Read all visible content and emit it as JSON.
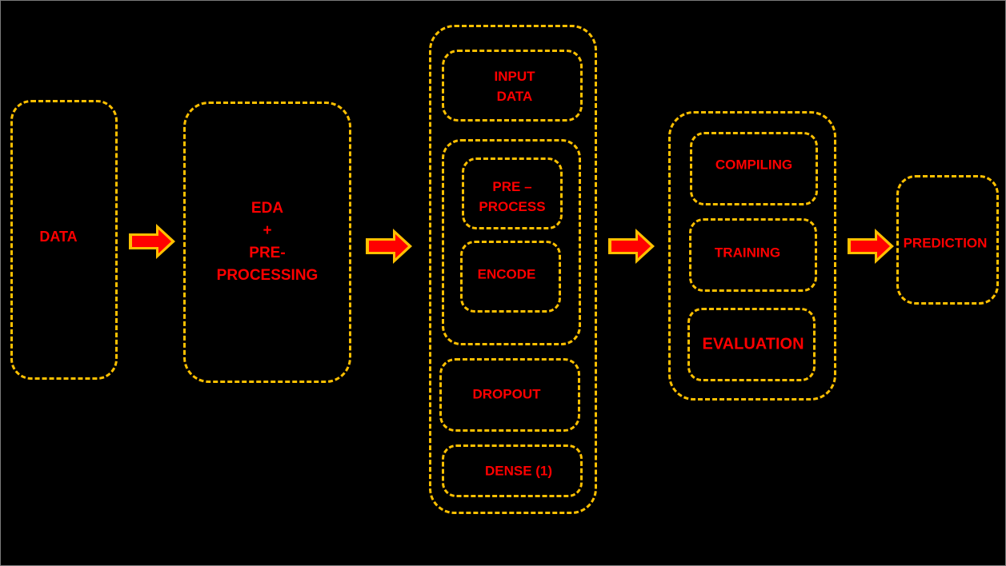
{
  "diagram": {
    "stage_data": {
      "label": "DATA"
    },
    "stage_eda": {
      "lines": [
        "EDA",
        "+",
        "PRE-",
        "PROCESSING"
      ]
    },
    "stage_model": {
      "input": {
        "lines": [
          "INPUT",
          "DATA"
        ]
      },
      "preprocess": {
        "lines": [
          "PRE –",
          "PROCESS"
        ]
      },
      "encode": {
        "label": "ENCODE"
      },
      "dropout": {
        "label": "DROPOUT"
      },
      "dense": {
        "label": "DENSE (1)"
      }
    },
    "stage_train": {
      "compiling": {
        "label": "COMPILING"
      },
      "training": {
        "label": "TRAINING"
      },
      "evaluation": {
        "label": "EVALUATION"
      }
    },
    "stage_prediction": {
      "label": "PREDICTION"
    }
  },
  "colors": {
    "box_border": "#FFC000",
    "label_text": "#FF0000",
    "arrow_fill": "#FF0000",
    "arrow_outline": "#FFC000",
    "background": "#000000"
  }
}
